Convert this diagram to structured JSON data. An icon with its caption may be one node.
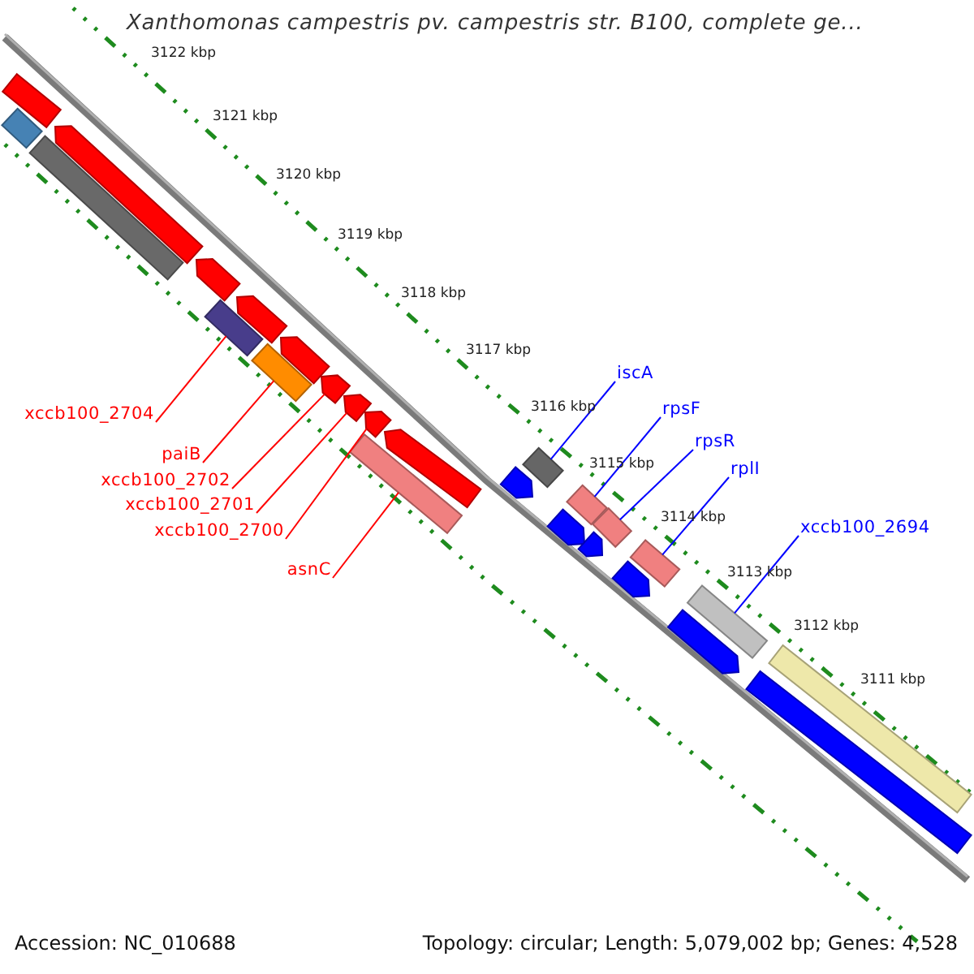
{
  "diagram": {
    "title": "Xanthomonas campestris pv. campestris str. B100, complete ge...",
    "nodes": [
      {
        "text": [
          "xccb100_2704"
        ]
      },
      {
        "text": [
          "paiB"
        ]
      },
      {
        "text": [
          "xccb100_2702"
        ]
      },
      {
        "text": [
          "xccb100_2701"
        ]
      },
      {
        "text": [
          "xccb100_2700"
        ]
      },
      {
        "text": [
          "asnC"
        ]
      },
      {
        "text": [
          "iscA"
        ]
      },
      {
        "text": [
          "rpsF"
        ]
      },
      {
        "text": [
          "rpsR"
        ]
      },
      {
        "text": [
          "rplI"
        ]
      },
      {
        "text": [
          "xccb100_2694"
        ]
      },
      {
        "text": [],
        "shape": "bar"
      },
      {
        "text": [],
        "shape": "bar"
      },
      {
        "text": [],
        "shape": "bar"
      },
      {
        "text": [],
        "shape": "bar"
      },
      {
        "text": [],
        "shape": "bar"
      },
      {
        "text": [],
        "shape": "bar"
      },
      {
        "text": [],
        "shape": "bar"
      },
      {
        "text": [],
        "shape": "bar"
      },
      {
        "text": [],
        "shape": "bar"
      },
      {
        "text": [],
        "shape": "bar"
      },
      {
        "text": [],
        "shape": "bar"
      },
      {
        "text": [],
        "shape": "bar"
      },
      {
        "text": [],
        "shape": "bar"
      },
      {
        "text": [],
        "shape": "bar"
      },
      {
        "text": [],
        "shape": "bar"
      },
      {
        "text": [],
        "shape": "bar"
      },
      {
        "text": [],
        "shape": "bar"
      },
      {
        "text": [],
        "shape": "bar"
      },
      {
        "text": [],
        "shape": "bar"
      },
      {
        "text": [],
        "shape": "bar"
      },
      {
        "text": [],
        "shape": "bar"
      },
      {
        "text": [],
        "shape": "bar"
      },
      {
        "text": [],
        "shape": "bar"
      },
      {
        "text": [],
        "shape": "bar"
      },
      {
        "text": [],
        "shape": "bar"
      },
      {
        "text": [],
        "shape": "bar"
      }
    ],
    "edges": [
      {
        "from": 0,
        "to": 11,
        "arrow": "none"
      },
      {
        "from": 1,
        "to": 12,
        "arrow": "none"
      },
      {
        "from": 2,
        "to": 13,
        "arrow": "none"
      },
      {
        "from": 3,
        "to": 14,
        "arrow": "none"
      },
      {
        "from": 4,
        "to": 15,
        "arrow": "none"
      },
      {
        "from": 5,
        "to": 16,
        "arrow": "none"
      },
      {
        "from": 6,
        "to": 17,
        "arrow": "none",
        "color": "#0000ff"
      },
      {
        "from": 7,
        "to": 18,
        "arrow": "none",
        "color": "#0000ff"
      },
      {
        "from": 8,
        "to": 19,
        "arrow": "none",
        "color": "#0000ff"
      },
      {
        "from": 9,
        "to": 20,
        "arrow": "none",
        "color": "#0000ff"
      },
      {
        "from": 10,
        "to": 21,
        "arrow": "none",
        "color": "#0000ff"
      }
    ],
    "labels": [
      "3122 kbp",
      "3121 kbp",
      "3120 kbp",
      "3119 kbp",
      "3118 kbp",
      "3117 kbp",
      "3116 kbp",
      "3115 kbp",
      "3114 kbp",
      "3113 kbp",
      "3112 kbp",
      "3111 kbp",
      "Accession: NC_010688",
      "Topology: circular; Length: 5,079,002 bp; Genes: 4,528"
    ]
  }
}
